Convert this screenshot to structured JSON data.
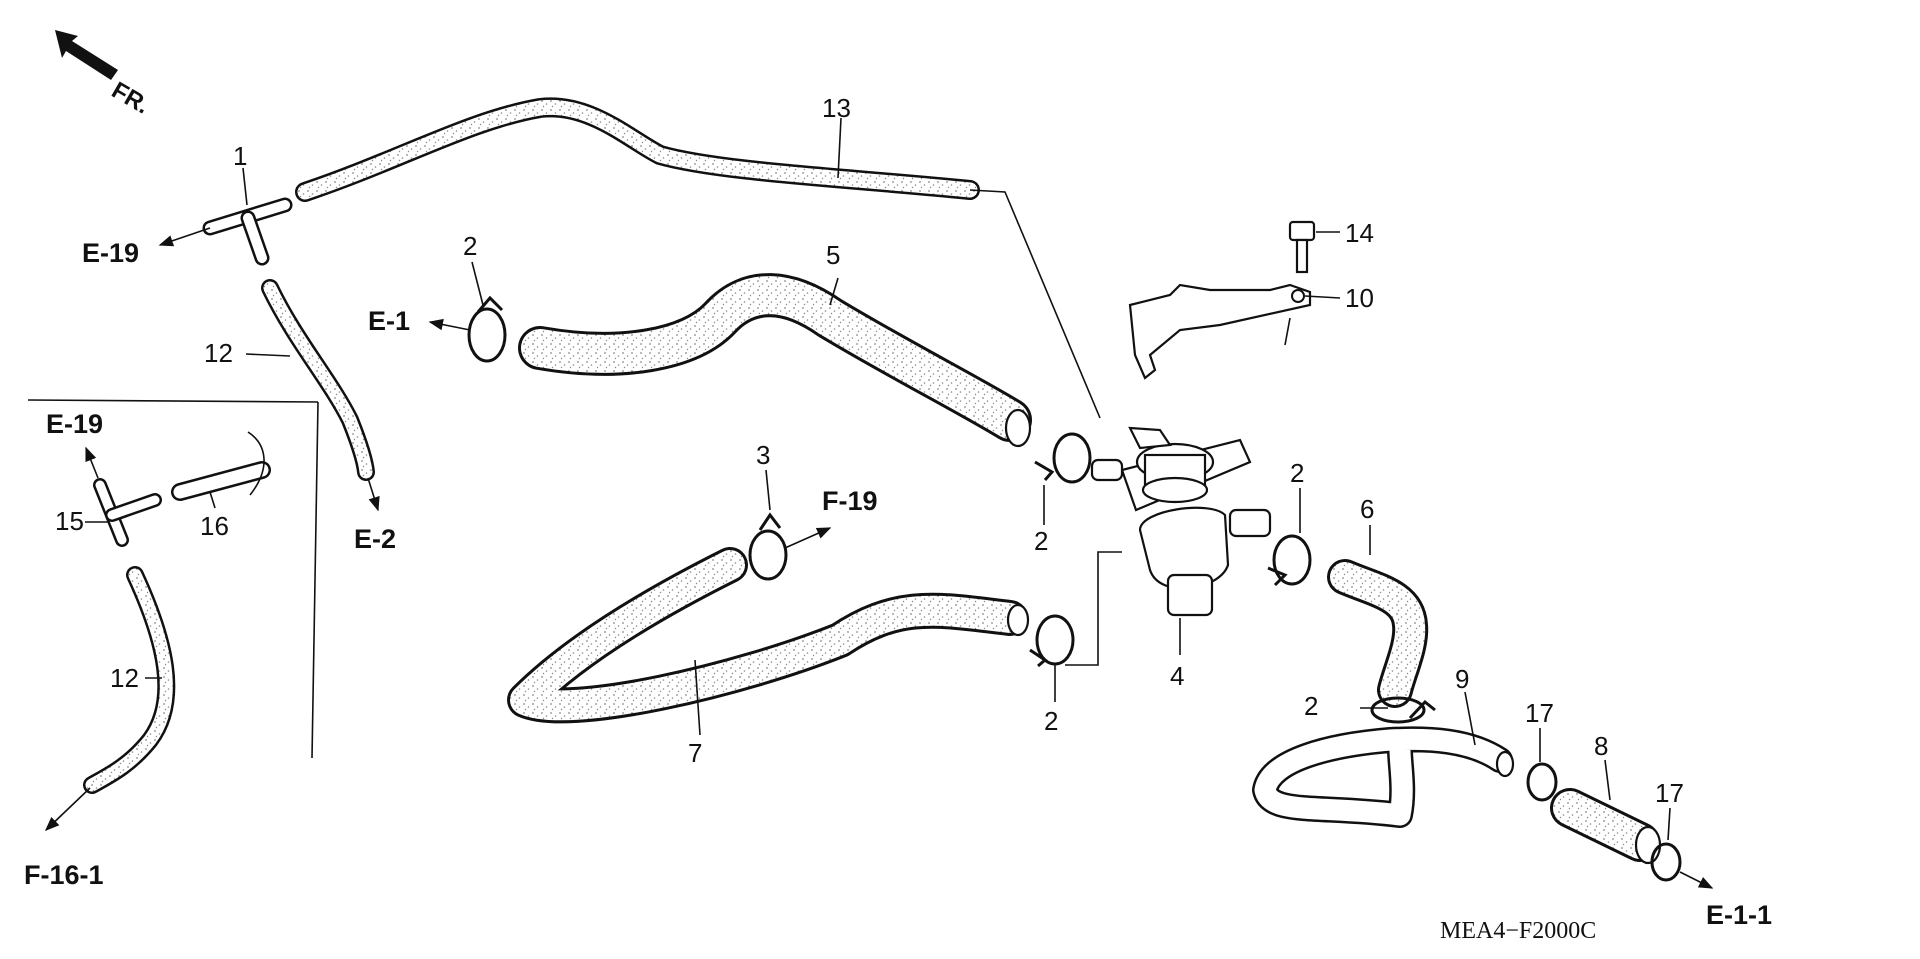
{
  "colors": {
    "ink": "#111111",
    "background": "#ffffff",
    "hose_speckle": "#9a9a9a"
  },
  "icons": {
    "front_arrow": "arrow-icon"
  },
  "front_label": "FR.",
  "diagram_code": "MEA4−F2000C",
  "parts": {
    "p1": "1",
    "p2a": "2",
    "p2b": "2",
    "p2c": "2",
    "p2d": "2",
    "p2e": "2",
    "p3": "3",
    "p4": "4",
    "p5": "5",
    "p6": "6",
    "p7": "7",
    "p8": "8",
    "p9": "9",
    "p10": "10",
    "p12a": "12",
    "p12b": "12",
    "p13": "13",
    "p14": "14",
    "p15": "15",
    "p16": "16",
    "p17a": "17",
    "p17b": "17"
  },
  "refs": {
    "e19_top": "E-19",
    "e1": "E-1",
    "e2": "E-2",
    "e19_inset": "E-19",
    "f19": "F-19",
    "f161": "F-16-1",
    "e11": "E-1-1"
  }
}
